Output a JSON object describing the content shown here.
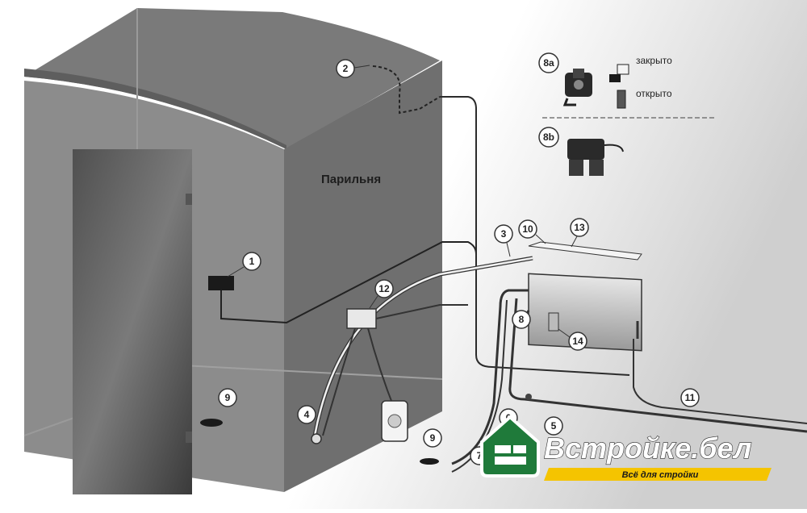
{
  "room_label": "Парильня",
  "legend": {
    "closed_label": "закрыто",
    "open_label": "открыто"
  },
  "callouts": [
    "1",
    "2",
    "3",
    "4",
    "5",
    "6",
    "7",
    "8",
    "8a",
    "8b",
    "9",
    "9",
    "10",
    "11",
    "12",
    "13",
    "14"
  ],
  "brand": {
    "name": "Встройке.бел",
    "tagline": "Всё для стройки",
    "accent_color": "#f5c400",
    "logo_color": "#1f7a3a"
  },
  "colors": {
    "room_dark": "#6b6b6b",
    "room_mid": "#8a8a8a",
    "room_light": "#a8a8a8",
    "generator": "#cfcfcf"
  }
}
